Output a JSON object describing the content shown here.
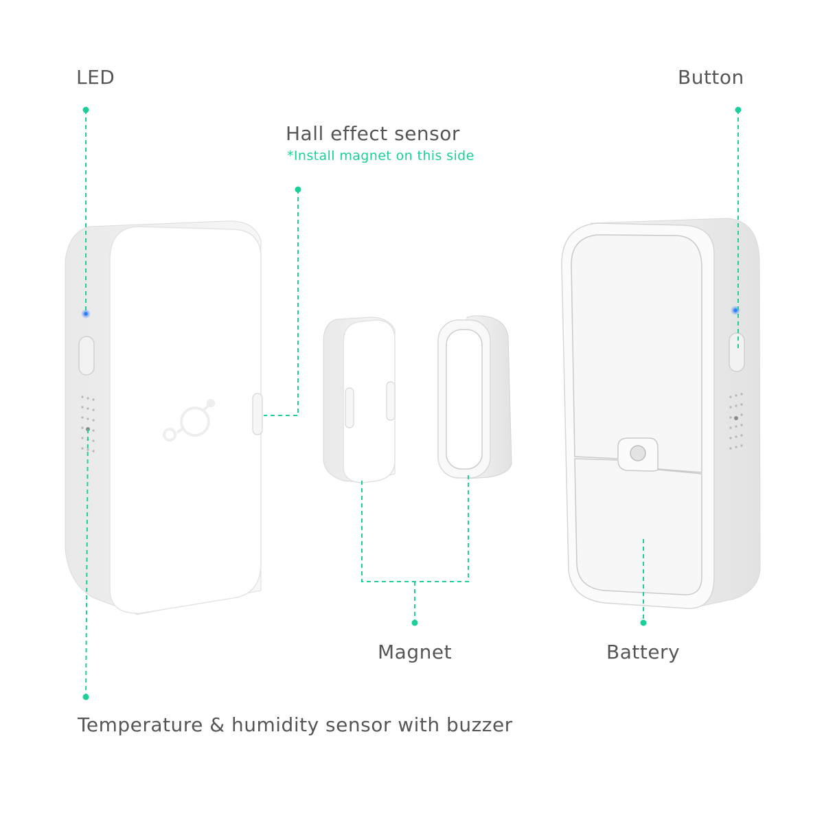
{
  "labels": {
    "led": "LED",
    "button": "Button",
    "hall_sensor": "Hall effect sensor",
    "hall_note": "*Install magnet on this side",
    "magnet": "Magnet",
    "battery": "Battery",
    "temp_sensor": "Temperature & humidity sensor with buzzer"
  },
  "colors": {
    "accent": "#1ccf9a",
    "text": "#555555",
    "device_body": "#f5f5f5",
    "device_face": "#ffffff",
    "led_blue": "#2f7bff"
  },
  "icons": {
    "brand_logo": "logo-icon"
  }
}
